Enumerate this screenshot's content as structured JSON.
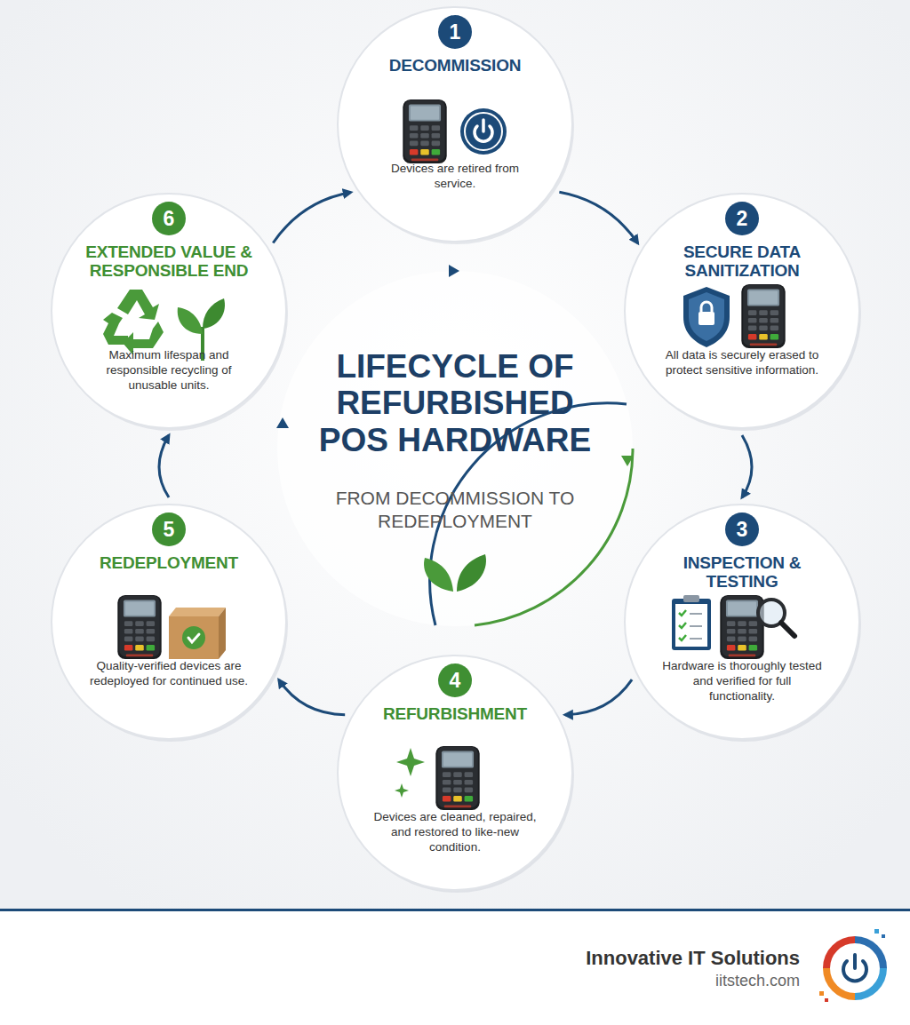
{
  "diagram": {
    "title": "LIFECYCLE OF REFURBISHED POS HARDWARE",
    "nodes": [
      {
        "text": [
          "1",
          "DECOMMISSION",
          "Devices are retired from service."
        ]
      },
      {
        "text": [
          "2",
          "SECURE DATA SANITIZATION",
          "All data is securely erased to protect sensitive information."
        ]
      },
      {
        "text": [
          "3",
          "INSPECTION & TESTING",
          "Hardware is thoroughly tested and verified for full functionality."
        ]
      },
      {
        "text": [
          "4",
          "REFURBISHMENT",
          "Devices are cleaned, repaired, and restored to like-new condition."
        ]
      },
      {
        "text": [
          "5",
          "REDEPLOYMENT",
          "Quality-verified devices are redeployed for continued use."
        ]
      },
      {
        "text": [
          "6",
          "EXTENDED VALUE & RESPONSIBLE END",
          "Maximum lifespan and responsible recycling of unusable units."
        ]
      }
    ],
    "edges": [
      {
        "from": 0,
        "to": 1,
        "arrow": "to"
      },
      {
        "from": 1,
        "to": 2,
        "arrow": "to"
      },
      {
        "from": 2,
        "to": 3,
        "arrow": "to"
      },
      {
        "from": 3,
        "to": 4,
        "arrow": "to"
      },
      {
        "from": 4,
        "to": 5,
        "arrow": "to"
      },
      {
        "from": 5,
        "to": 0,
        "arrow": "to"
      }
    ],
    "labels": [
      "FROM DECOMMISSION TO REDEPLOYMENT",
      "Innovative IT Solutions",
      "iitstech.com"
    ]
  }
}
